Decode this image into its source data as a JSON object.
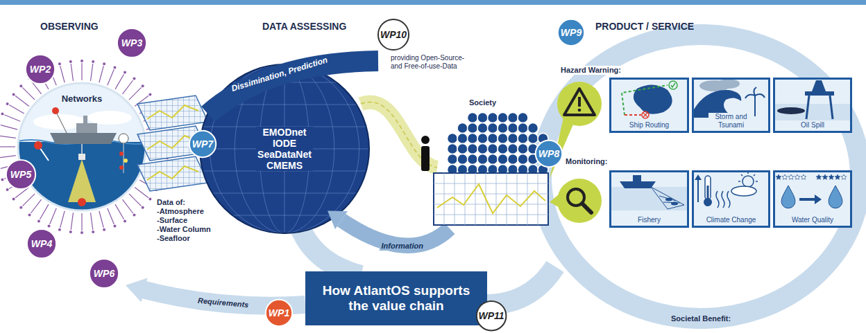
{
  "diagram": {
    "nodes": [
      {
        "text": [
          "Networks"
        ]
      },
      {
        "text": [
          "WP2"
        ]
      },
      {
        "text": [
          "WP3"
        ]
      },
      {
        "text": [
          "WP5"
        ]
      },
      {
        "text": [
          "WP4"
        ]
      },
      {
        "text": [
          "WP6"
        ]
      },
      {
        "text": [
          "WP7"
        ]
      },
      {
        "text": [
          "Dissimination, Prediction"
        ]
      },
      {
        "text": [
          "EMODnet IODE SeaDataNet CMEMS"
        ]
      },
      {
        "text": [
          "WP10"
        ]
      },
      {
        "text": [
          "WP9"
        ]
      },
      {
        "text": [
          "WP8"
        ]
      },
      {
        "text": [
          "Ship Routing"
        ]
      },
      {
        "text": [
          "Storm and Tsunami"
        ]
      },
      {
        "text": [
          "Oil Spill"
        ]
      },
      {
        "text": [
          "Fishery"
        ]
      },
      {
        "text": [
          "Climate Change"
        ]
      },
      {
        "text": [
          "Water Quality"
        ]
      },
      {
        "text": [
          "WP1"
        ]
      },
      {
        "text": [
          "How AtlantOS supports the value chain"
        ]
      },
      {
        "text": [
          "WP11"
        ]
      }
    ],
    "labels": [
      "OBSERVING",
      "DATA ASSESSING",
      "PRODUCT / SERVICE",
      "providing Open-Source- and Free-of-use-Data",
      "Data of:",
      "-Atmosphere",
      "-Surface",
      "-Water Column",
      "-Seafloor",
      "Society",
      "Hazard Warning:",
      "Monitoring:",
      "Information",
      "Requirements",
      "Societal Benefit:"
    ]
  }
}
